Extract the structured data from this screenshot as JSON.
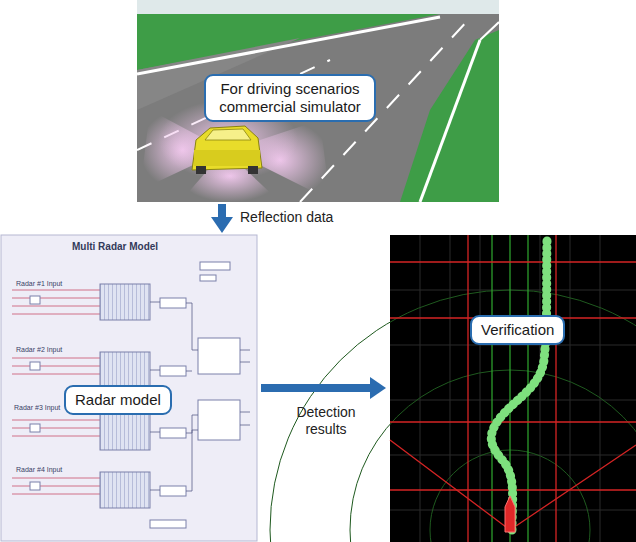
{
  "diagram": {
    "nodes": [
      {
        "text": [
          "For driving scenarios commercial simulator"
        ]
      },
      {
        "text": [
          "Radar model"
        ]
      },
      {
        "text": [
          "Verification"
        ]
      }
    ],
    "edges": [
      {
        "from": 0,
        "to": 1,
        "label": "Reflection data",
        "arrow": "to"
      },
      {
        "from": 1,
        "to": 2,
        "label": "Detection results",
        "arrow": "to"
      }
    ],
    "labels": [
      "Multi Radar Model",
      "Radar #1 Input",
      "Radar #2 Input",
      "Radar #3 Input",
      "Radar #4 Input"
    ]
  }
}
